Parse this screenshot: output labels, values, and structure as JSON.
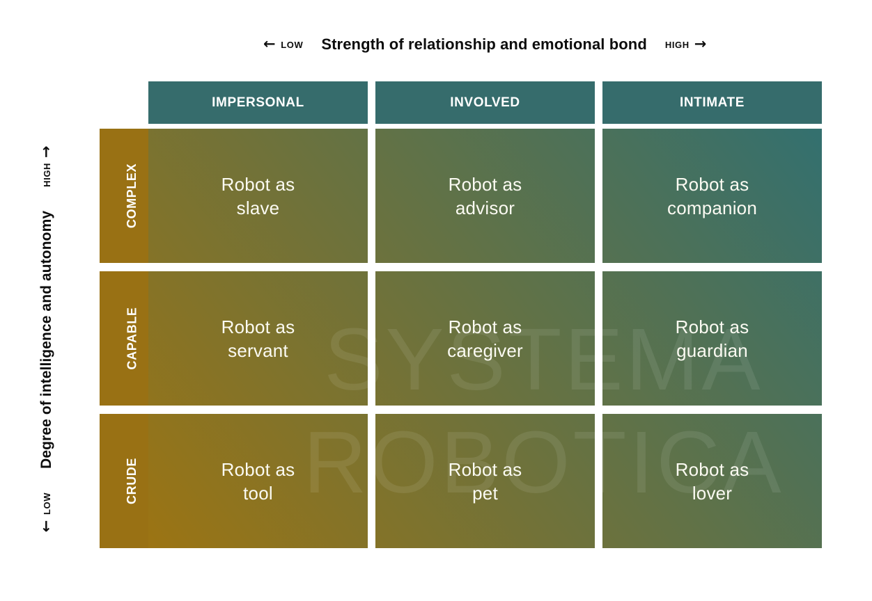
{
  "top_axis": {
    "left_arrow": "←",
    "low_label": "LOW",
    "title": "Strength of relationship and emotional bond",
    "high_label": "HIGH",
    "right_arrow": "→"
  },
  "left_axis": {
    "down_arrow": "←",
    "low_label": "LOW",
    "title": "Degree of intelligence and autonomy",
    "high_label": "HIGH",
    "up_arrow": "→"
  },
  "column_headers": [
    {
      "label": "IMPERSONAL"
    },
    {
      "label": "INVOLVED"
    },
    {
      "label": "INTIMATE"
    }
  ],
  "row_headers": [
    {
      "label": "COMPLEX"
    },
    {
      "label": "CAPABLE"
    },
    {
      "label": "CRUDE"
    }
  ],
  "cells": [
    [
      {
        "line1": "Robot as",
        "line2": "slave"
      },
      {
        "line1": "Robot as",
        "line2": "advisor"
      },
      {
        "line1": "Robot as",
        "line2": "companion"
      }
    ],
    [
      {
        "line1": "Robot as",
        "line2": "servant"
      },
      {
        "line1": "Robot as",
        "line2": "caregiver"
      },
      {
        "line1": "Robot as",
        "line2": "guardian"
      }
    ],
    [
      {
        "line1": "Robot as",
        "line2": "tool"
      },
      {
        "line1": "Robot as",
        "line2": "pet"
      },
      {
        "line1": "Robot as",
        "line2": "lover"
      }
    ]
  ],
  "watermark": {
    "line1": "SYSTEMA",
    "line2": "ROBOTICA"
  },
  "colors": {
    "header_teal": "#366c6c",
    "row_gold": "#997114",
    "gradient_start": "#9c7413",
    "gradient_end": "#33706f",
    "cell_text": "#fbfaf2",
    "axis_text": "#0d0d0d",
    "page_bg": "#ffffff"
  }
}
